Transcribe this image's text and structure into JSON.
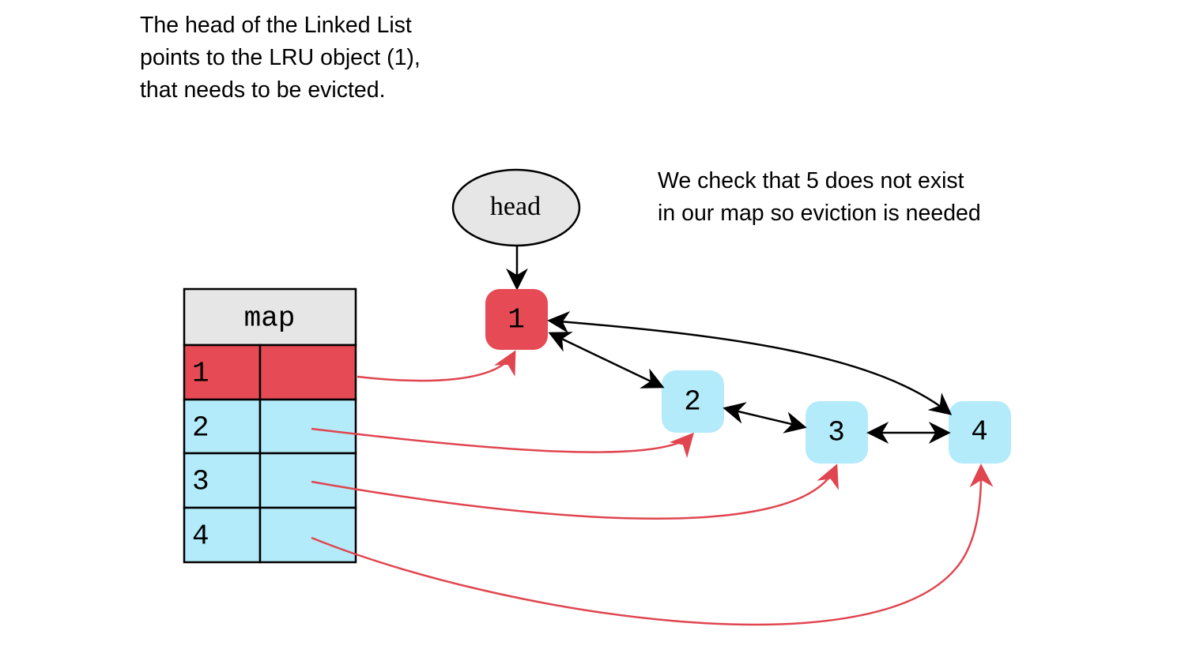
{
  "notes": {
    "head_note": "The head of the Linked List\npoints to the LRU object (1),\nthat needs to be evicted.",
    "check_note": "We check that 5 does not exist\nin our map so eviction is needed"
  },
  "head_label": "head",
  "map": {
    "title": "map",
    "rows": [
      {
        "key": "1",
        "state": "evict"
      },
      {
        "key": "2",
        "state": "normal"
      },
      {
        "key": "3",
        "state": "normal"
      },
      {
        "key": "4",
        "state": "normal"
      }
    ]
  },
  "nodes": [
    {
      "label": "1",
      "state": "evict"
    },
    {
      "label": "2",
      "state": "normal"
    },
    {
      "label": "3",
      "state": "normal"
    },
    {
      "label": "4",
      "state": "normal"
    }
  ],
  "colors": {
    "evict": "#e64b55",
    "normal": "#b3ebfa",
    "header": "#e6e6e6",
    "pointer": "#e04550",
    "link": "#000000"
  }
}
